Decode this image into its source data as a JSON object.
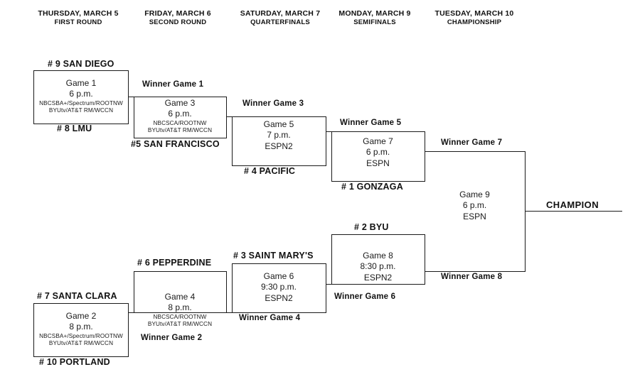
{
  "headers": [
    {
      "date": "THURSDAY, MARCH 5",
      "round": "FIRST ROUND"
    },
    {
      "date": "FRIDAY, MARCH 6",
      "round": "SECOND ROUND"
    },
    {
      "date": "SATURDAY, MARCH 7",
      "round": "QUARTERFINALS"
    },
    {
      "date": "MONDAY, MARCH 9",
      "round": "SEMIFINALS"
    },
    {
      "date": "TUESDAY, MARCH 10",
      "round": "CHAMPIONSHIP"
    }
  ],
  "games": {
    "g1": {
      "title": "Game 1",
      "time": "6 p.m.",
      "net1": "NBCSBA+/Spectrum/ROOTNW",
      "net2": "BYUtv/AT&T RM/WCCN",
      "top": "# 9 SAN DIEGO",
      "bottom": "# 8 LMU"
    },
    "g2": {
      "title": "Game 2",
      "time": "8 p.m.",
      "net1": "NBCSBA+/Spectrum/ROOTNW",
      "net2": "BYUtv/AT&T RM/WCCN",
      "top": "# 7 SANTA CLARA",
      "bottom": "# 10 PORTLAND"
    },
    "g3": {
      "title": "Game 3",
      "time": "6 p.m.",
      "net1": "NBCSCA/ROOTNW",
      "net2": "BYUtv/AT&T RM/WCCN",
      "top": "Winner Game 1",
      "bottom": "#5 SAN FRANCISCO"
    },
    "g4": {
      "title": "Game 4",
      "time": "8 p.m.",
      "net1": "NBCSCA/ROOTNW",
      "net2": "BYUtv/AT&T RM/WCCN",
      "top": "# 6 PEPPERDINE",
      "bottom": "Winner Game 2"
    },
    "g5": {
      "title": "Game 5",
      "time": "7 p.m.",
      "net1": "ESPN2",
      "top": "Winner Game 3",
      "bottom": "# 4 PACIFIC"
    },
    "g6": {
      "title": "Game 6",
      "time": "9:30 p.m.",
      "net1": "ESPN2",
      "top": "# 3 SAINT MARY'S",
      "bottom": "Winner Game 4"
    },
    "g7": {
      "title": "Game 7",
      "time": "6 p.m.",
      "net1": "ESPN",
      "top": "Winner Game 5",
      "bottom": "# 1 GONZAGA"
    },
    "g8": {
      "title": "Game 8",
      "time": "8:30 p.m.",
      "net1": "ESPN2",
      "top": "# 2 BYU",
      "bottom": "Winner Game 6"
    },
    "g9": {
      "title": "Game 9",
      "time": "6 p.m.",
      "net1": "ESPN",
      "top": "Winner Game 7",
      "bottom": "Winner Game 8"
    }
  },
  "champion": "CHAMPION",
  "colors": {
    "line": "#1a1a1a",
    "text": "#111111",
    "background": "#ffffff"
  }
}
